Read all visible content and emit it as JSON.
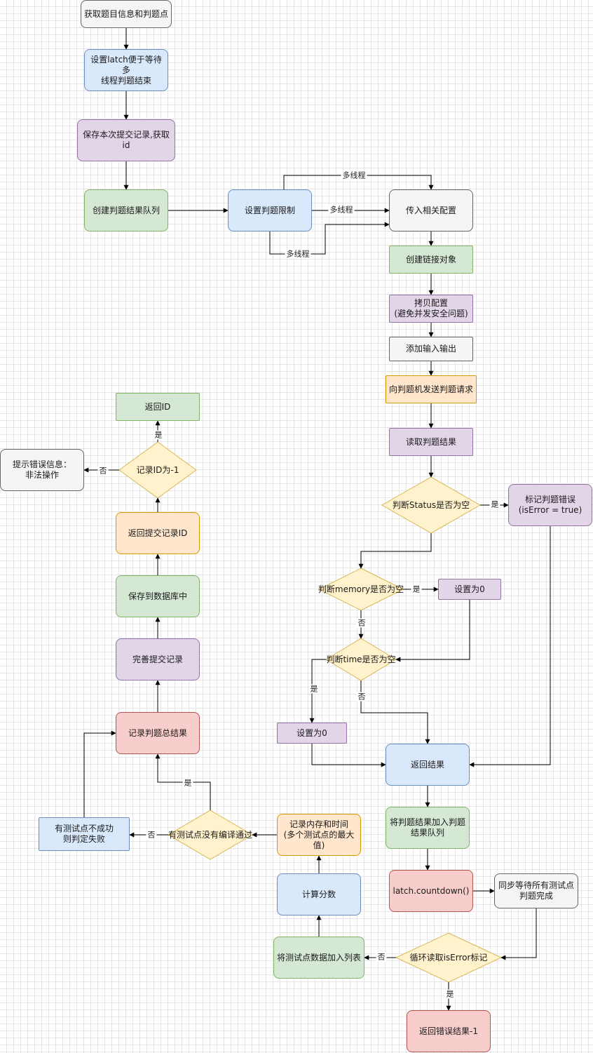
{
  "nodes": {
    "get_problem": "获取题目信息和判题点",
    "set_latch": "设置latch便于等待多\n线程判题结束",
    "save_submission": "保存本次提交记录,获取id",
    "create_queue": "创建判题结果队列",
    "set_limit": "设置判题限制",
    "pass_config": "传入相关配置",
    "create_link": "创建链接对象",
    "copy_config": "拷贝配置\n(避免并发安全问题)",
    "add_io": "添加输入输出",
    "send_request": "向判题机发送判题请求",
    "read_result": "读取判题结果",
    "check_status": "判断Status是否为空",
    "mark_error": "标记判题错误\n(isError = true)",
    "check_memory": "判断memory是否为空",
    "set_zero_memory": "设置为0",
    "check_time": "判断time是否为空",
    "set_zero_time": "设置为0",
    "return_result": "返回结果",
    "add_to_queue": "将判题结果加入判题\n结果队列",
    "latch_countdown": "latch.countdown()",
    "sync_wait": "同步等待所有测试点\n判题完成",
    "loop_read": "循环读取isError标记",
    "return_error": "返回错误结果-1",
    "add_to_list": "将测试点数据加入列表",
    "calc_score": "计算分数",
    "record_mem_time": "记录内存和时间\n(多个测试点的最大值)",
    "check_compile": "有测试点没有编译通过",
    "judge_fail": "有测试点不成功\n则判定失败",
    "record_total": "记录判题总结果",
    "complete_record": "完善提交记录",
    "save_db": "保存到数据库中",
    "return_record_id": "返回提交记录ID",
    "check_id": "记录ID为-1",
    "illegal_op": "提示错误信息：\n非法操作",
    "return_id": "返回ID"
  },
  "edge_labels": {
    "multithread_top": "多线程",
    "multithread_mid": "多线程",
    "multithread_bottom": "多线程",
    "status_yes": "是",
    "memory_yes": "是",
    "memory_no": "否",
    "time_yes": "是",
    "time_no": "否",
    "loop_no": "否",
    "loop_yes": "是",
    "compile_no": "否",
    "compile_yes": "是",
    "id_no": "否",
    "id_yes": "是"
  }
}
